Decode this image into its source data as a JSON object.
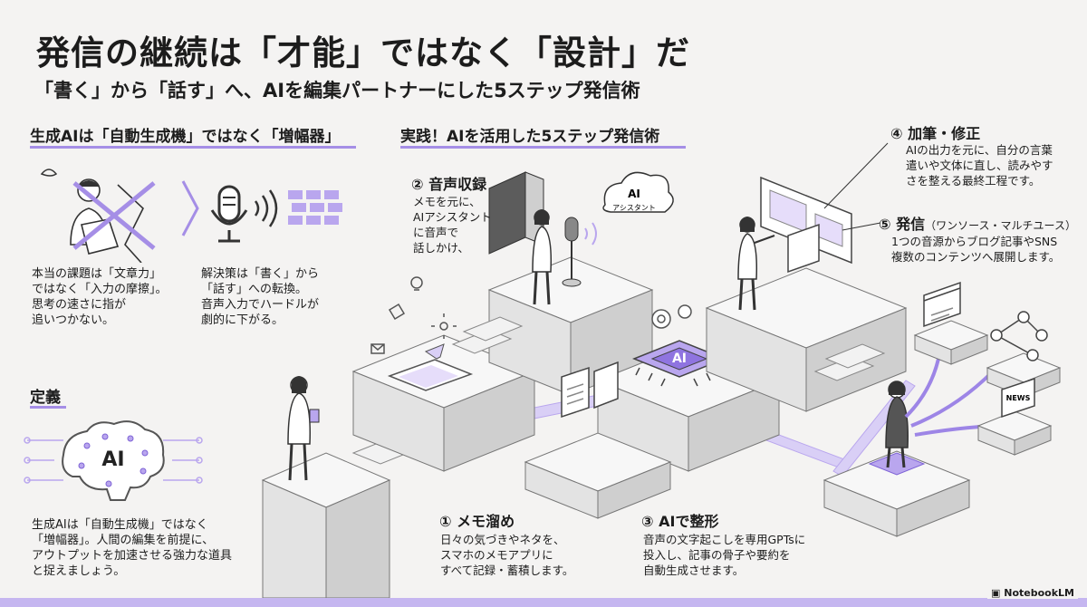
{
  "header": {
    "title": "発信の継続は「才能」ではなく「設計」だ",
    "subtitle": "「書く」から「話す」へ、AIを編集パートナーにした5ステップ発信術"
  },
  "left": {
    "heading": "生成AIは「自動生成機」ではなく「増幅器」",
    "problem": "本当の課題は「文章力」\nではなく「入力の摩擦」。\n思考の速さに指が\n追いつかない。",
    "solution": "解決策は「書く」から\n「話す」への転換。\n音声入力でハードルが\n劇的に下がる。",
    "definition_heading": "定義",
    "brain_label": "AI",
    "definition": "生成AIは「自動生成機」ではなく\n「増幅器」。人間の編集を前提に、\nアウトプットを加速させる強力な道具\nと捉えましょう。"
  },
  "center": {
    "heading": "実践！AIを活用した5ステップ発信術",
    "chip_label": "AI",
    "bubble_label_1": "AI",
    "bubble_label_2": "アシスタント",
    "news_label": "NEWS"
  },
  "steps": [
    {
      "num": "①",
      "title": "メモ溜め",
      "body": "日々の気づきやネタを、\nスマホのメモアプリに\nすべて記録・蓄積します。"
    },
    {
      "num": "②",
      "title": "音声収録",
      "body": "メモを元に、\nAIアシスタント\nに音声で\n話しかけ、"
    },
    {
      "num": "③",
      "title": "AIで整形",
      "body": "音声の文字起こしを専用GPTsに\n投入し、記事の骨子や要約を\n自動生成させます。"
    },
    {
      "num": "④",
      "title": "加筆・修正",
      "body": "AIの出力を元に、自分の言葉\n遣いや文体に直し、読みやす\nさを整える最終工程です。"
    },
    {
      "num": "⑤",
      "title": "発信",
      "title_suffix": "（ワンソース・マルチユース）",
      "body": "1つの音源からブログ記事やSNS\n複数のコンテンツへ展開します。"
    }
  ],
  "footer": {
    "brand": "NotebookLM"
  },
  "colors": {
    "accent": "#a58ee6",
    "accent_light": "#d9cff6",
    "block_top": "#f7f7f7",
    "block_side": "#d8d8d8",
    "ink": "#1c1c1c"
  }
}
